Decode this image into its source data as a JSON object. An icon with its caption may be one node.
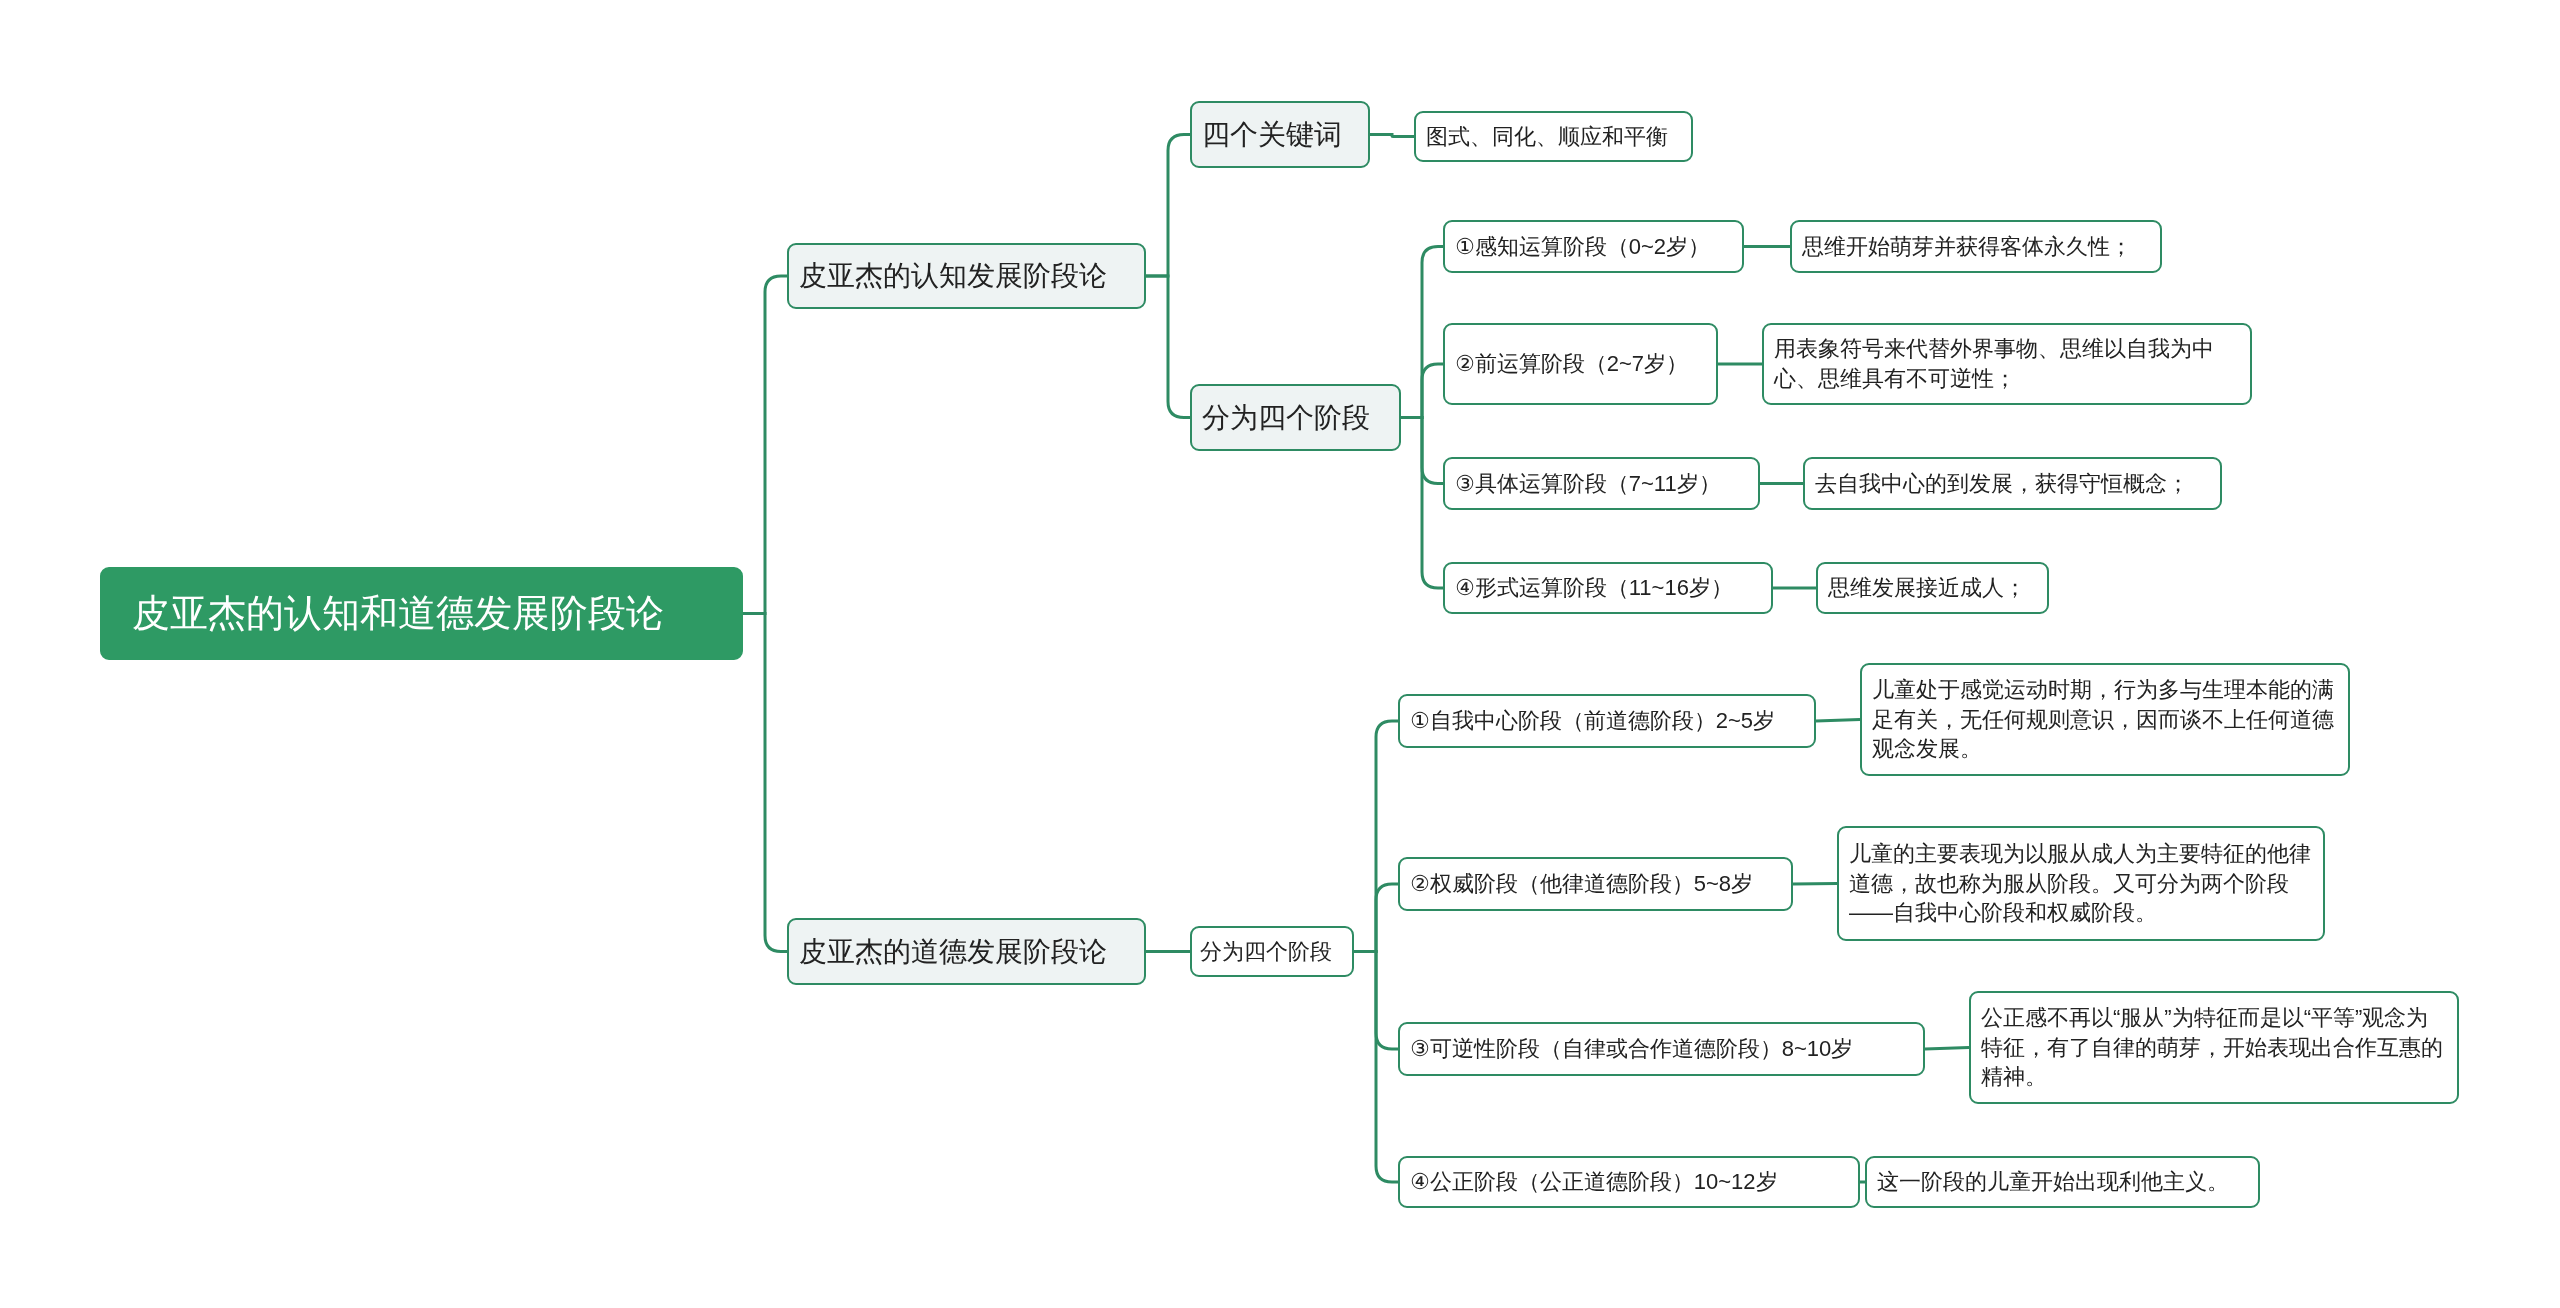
{
  "diagram": {
    "nodes": [
      {
        "text": [
          "皮亚杰的认知和道德发展阶段论"
        ]
      },
      {
        "text": [
          "皮亚杰的认知发展阶段论"
        ]
      },
      {
        "text": [
          "四个关键词"
        ]
      },
      {
        "text": [
          "图式、同化、顺应和平衡"
        ]
      },
      {
        "text": [
          "分为四个阶段"
        ]
      },
      {
        "text": [
          "①感知运算阶段（0~2岁）"
        ]
      },
      {
        "text": [
          "思维开始萌芽并获得客体永久性；"
        ]
      },
      {
        "text": [
          "②前运算阶段（2~7岁）"
        ]
      },
      {
        "text": [
          "用表象符号来代替外界事物、思维以自我为中心、思维具有不可逆性；"
        ]
      },
      {
        "text": [
          "③具体运算阶段（7~11岁）"
        ]
      },
      {
        "text": [
          "去自我中心的到发展，获得守恒概念；"
        ]
      },
      {
        "text": [
          "④形式运算阶段（11~16岁）"
        ]
      },
      {
        "text": [
          "思维发展接近成人；"
        ]
      },
      {
        "text": [
          "皮亚杰的道德发展阶段论"
        ]
      },
      {
        "text": [
          "分为四个阶段"
        ]
      },
      {
        "text": [
          "①自我中心阶段（前道德阶段）2~5岁"
        ]
      },
      {
        "text": [
          "儿童处于感觉运动时期，行为多与生理本能的满足有关，无任何规则意识，因而谈不上任何道德观念发展。"
        ]
      },
      {
        "text": [
          "②权威阶段（他律道德阶段）5~8岁"
        ]
      },
      {
        "text": [
          "儿童的主要表现为以服从成人为主要特征的他律道德，故也称为服从阶段。又可分为两个阶段——自我中心阶段和权威阶段。"
        ]
      },
      {
        "text": [
          "③可逆性阶段（自律或合作道德阶段）8~10岁"
        ]
      },
      {
        "text": [
          "公正感不再以“服从”为特征而是以“平等”观念为特征，有了自律的萌芽，开始表现出合作互惠的精神。"
        ]
      },
      {
        "text": [
          "④公正阶段（公正道德阶段）10~12岁"
        ]
      },
      {
        "text": [
          "这一阶段的儿童开始出现利他主义。"
        ]
      }
    ],
    "edges": [
      {
        "from": 0,
        "to": 1,
        "arrow": "none"
      },
      {
        "from": 1,
        "to": 2,
        "arrow": "none"
      },
      {
        "from": 2,
        "to": 3,
        "arrow": "none"
      },
      {
        "from": 1,
        "to": 4,
        "arrow": "none"
      },
      {
        "from": 4,
        "to": 5,
        "arrow": "none"
      },
      {
        "from": 5,
        "to": 6,
        "arrow": "none"
      },
      {
        "from": 4,
        "to": 7,
        "arrow": "none"
      },
      {
        "from": 7,
        "to": 8,
        "arrow": "none"
      },
      {
        "from": 4,
        "to": 9,
        "arrow": "none"
      },
      {
        "from": 9,
        "to": 10,
        "arrow": "none"
      },
      {
        "from": 4,
        "to": 11,
        "arrow": "none"
      },
      {
        "from": 11,
        "to": 12,
        "arrow": "none"
      },
      {
        "from": 0,
        "to": 13,
        "arrow": "none"
      },
      {
        "from": 13,
        "to": 14,
        "arrow": "none"
      },
      {
        "from": 14,
        "to": 15,
        "arrow": "none"
      },
      {
        "from": 15,
        "to": 16,
        "arrow": "none"
      },
      {
        "from": 14,
        "to": 17,
        "arrow": "none"
      },
      {
        "from": 17,
        "to": 18,
        "arrow": "none"
      },
      {
        "from": 14,
        "to": 19,
        "arrow": "none"
      },
      {
        "from": 19,
        "to": 20,
        "arrow": "none"
      },
      {
        "from": 14,
        "to": 21,
        "arrow": "none"
      },
      {
        "from": 21,
        "to": 22,
        "arrow": "none"
      }
    ]
  }
}
